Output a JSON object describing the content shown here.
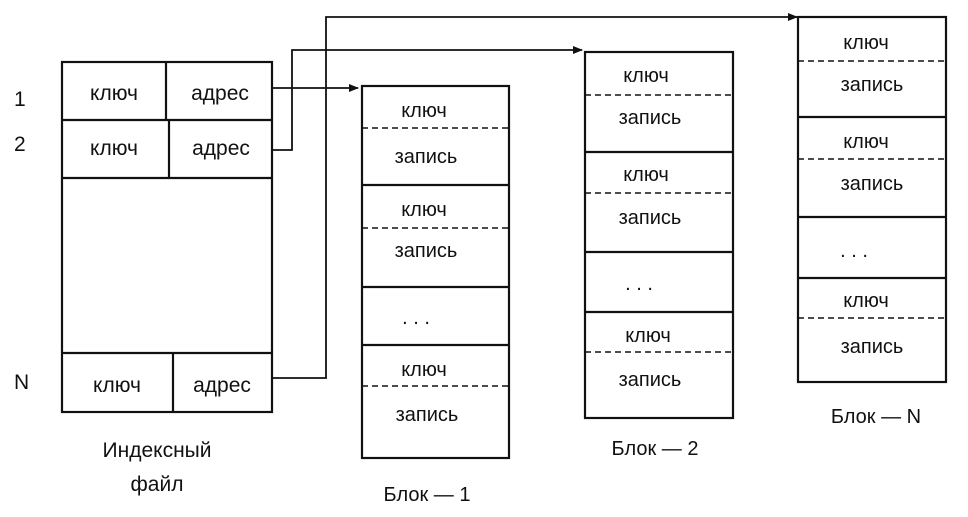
{
  "index_file": {
    "row_labels": [
      "1",
      "2",
      "N"
    ],
    "rows": [
      {
        "key": "ключ",
        "addr": "адрес"
      },
      {
        "key": "ключ",
        "addr": "адрес"
      },
      {
        "key": "ключ",
        "addr": "адрес"
      }
    ],
    "caption_line1": "Индексный",
    "caption_line2": "файл"
  },
  "blocks": [
    {
      "caption": "Блок — 1",
      "entries": [
        {
          "key": "ключ",
          "record": "запись"
        },
        {
          "key": "ключ",
          "record": "запись"
        },
        {
          "ellipsis": ". . ."
        },
        {
          "key": "ключ",
          "record": "запись"
        }
      ]
    },
    {
      "caption": "Блок — 2",
      "entries": [
        {
          "key": "ключ",
          "record": "запись"
        },
        {
          "key": "ключ",
          "record": "запись"
        },
        {
          "ellipsis": ". . ."
        },
        {
          "key": "ключ",
          "record": "запись"
        }
      ]
    },
    {
      "caption": "Блок — N",
      "entries": [
        {
          "key": "ключ",
          "record": "запись"
        },
        {
          "key": "ключ",
          "record": "запись"
        },
        {
          "ellipsis": ". . ."
        },
        {
          "key": "ключ",
          "record": "запись"
        }
      ]
    }
  ]
}
